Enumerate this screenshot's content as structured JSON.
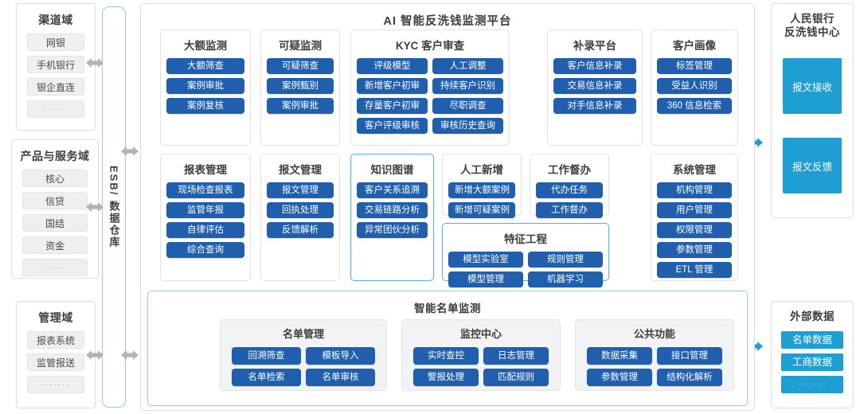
{
  "diagram": {
    "title": "AI 智能反洗钱监测平台",
    "bus_label": "ESB/ 数据仓库",
    "smartlist_title": "智能名单监测"
  },
  "left_panels": [
    {
      "name": "channel-domain",
      "title": "渠道域",
      "items": [
        "网银",
        "手机银行",
        "银企直连",
        "······"
      ]
    },
    {
      "name": "product-service-domain",
      "title": "产品与服务域",
      "items": [
        "核心",
        "信贷",
        "国结",
        "资金",
        "·····"
      ]
    },
    {
      "name": "management-domain",
      "title": "管理域",
      "items": [
        "报表系统",
        "监管报送",
        "·······"
      ]
    }
  ],
  "platform_row1": [
    {
      "name": "large-amount-monitoring",
      "title": "大额监测",
      "cols": 1,
      "highlight": false,
      "items": [
        "大额筛查",
        "案例审批",
        "案例复核"
      ]
    },
    {
      "name": "suspicious-monitoring",
      "title": "可疑监测",
      "cols": 1,
      "highlight": false,
      "items": [
        "可疑筛查",
        "案例甄别",
        "案例审批"
      ]
    },
    {
      "name": "kyc-customer-review",
      "title": "KYC 客户审查",
      "cols": 2,
      "highlight": false,
      "items": [
        "评级模型",
        "人工调整",
        "新增客户初审",
        "持续客户识别",
        "存量客户初审",
        "尽职调查",
        "客户评级审核",
        "审核历史查询"
      ]
    },
    {
      "name": "supplement-platform",
      "title": "补录平台",
      "cols": 1,
      "highlight": false,
      "items": [
        "客户信息补录",
        "交易信息补录",
        "对手信息补录"
      ]
    },
    {
      "name": "customer-profile",
      "title": "客户画像",
      "cols": 1,
      "highlight": false,
      "items": [
        "标签管理",
        "受益人识别",
        "360 信息检索"
      ]
    }
  ],
  "platform_row2": [
    {
      "name": "report-management",
      "title": "报表管理",
      "cols": 1,
      "highlight": false,
      "items": [
        "现场检查报表",
        "监管年报",
        "自律评估",
        "综合查询"
      ]
    },
    {
      "name": "message-management",
      "title": "报文管理",
      "cols": 1,
      "highlight": false,
      "items": [
        "报文管理",
        "回执处理",
        "反馈解析"
      ]
    },
    {
      "name": "knowledge-graph",
      "title": "知识图谱",
      "cols": 1,
      "highlight": true,
      "items": [
        "客户关系追溯",
        "交易链路分析",
        "异常团伙分析"
      ]
    },
    {
      "name": "manual-add",
      "title": "人工新增",
      "cols": 1,
      "highlight": false,
      "items": [
        "新增大额案例",
        "新增可疑案例"
      ]
    },
    {
      "name": "work-supervision",
      "title": "工作督办",
      "cols": 1,
      "highlight": false,
      "items": [
        "代办任务",
        "工作督办"
      ]
    },
    {
      "name": "system-management",
      "title": "系统管理",
      "cols": 1,
      "highlight": false,
      "items": [
        "机构管理",
        "用户管理",
        "权限管理",
        "参数管理",
        "ETL 管理"
      ]
    }
  ],
  "feature_engineering": {
    "name": "feature-engineering",
    "title": "特征工程",
    "highlight": true,
    "items": [
      "模型实验室",
      "规则管理",
      "模型管理",
      "机器学习"
    ]
  },
  "smartlist_cards": [
    {
      "name": "list-management",
      "title": "名单管理",
      "items": [
        "回溯筛查",
        "模板导入",
        "名单检索",
        "名单审核"
      ]
    },
    {
      "name": "monitoring-center",
      "title": "监控中心",
      "items": [
        "实时查控",
        "日志管理",
        "警报处理",
        "匹配规则"
      ]
    },
    {
      "name": "public-functions",
      "title": "公共功能",
      "items": [
        "数据采集",
        "接口管理",
        "参数管理",
        "结构化解析"
      ]
    }
  ],
  "right_panels": [
    {
      "name": "pboc-aml-center",
      "title_lines": [
        "人民银行",
        "反洗钱中心"
      ],
      "items": [
        "报文接收",
        "报文反馈"
      ],
      "style": "tall"
    },
    {
      "name": "external-data",
      "title_lines": [
        "外部数据"
      ],
      "items": [
        "名单数据",
        "工商数据",
        "·······"
      ],
      "style": "short"
    }
  ],
  "colors": {
    "chip_blue": "#1f5fad",
    "cyan": "#1f9ed4",
    "highlight_border": "#4ab2e8",
    "arrow_grey": "#b0b4b8",
    "arrow_blue": "#1f9ed4"
  }
}
